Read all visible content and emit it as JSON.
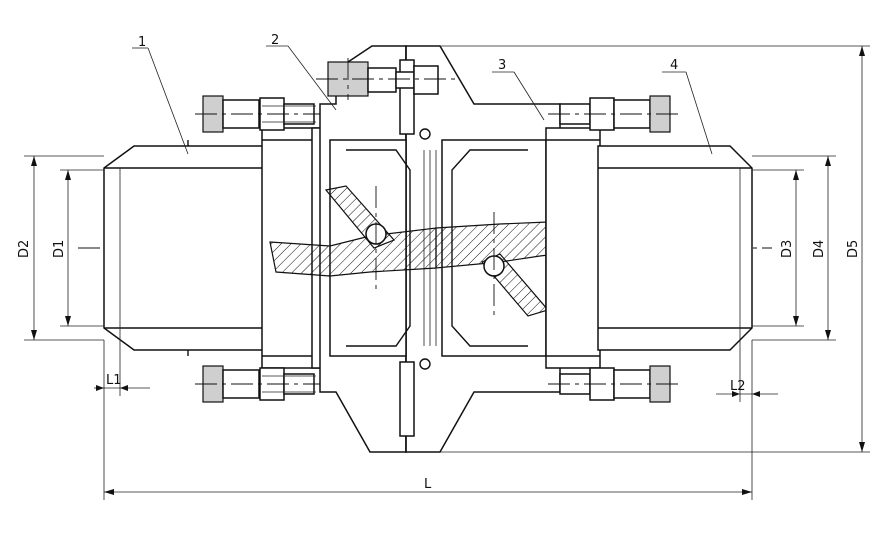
{
  "parts": [
    {
      "id": "part-1",
      "label": "1"
    },
    {
      "id": "part-2",
      "label": "2"
    },
    {
      "id": "part-3",
      "label": "3"
    },
    {
      "id": "part-4",
      "label": "4"
    }
  ],
  "dimensions": {
    "d1": "D1",
    "d2": "D2",
    "d3": "D3",
    "d4": "D4",
    "d5": "D5",
    "l": "L",
    "l1": "L1",
    "l2": "L2"
  }
}
